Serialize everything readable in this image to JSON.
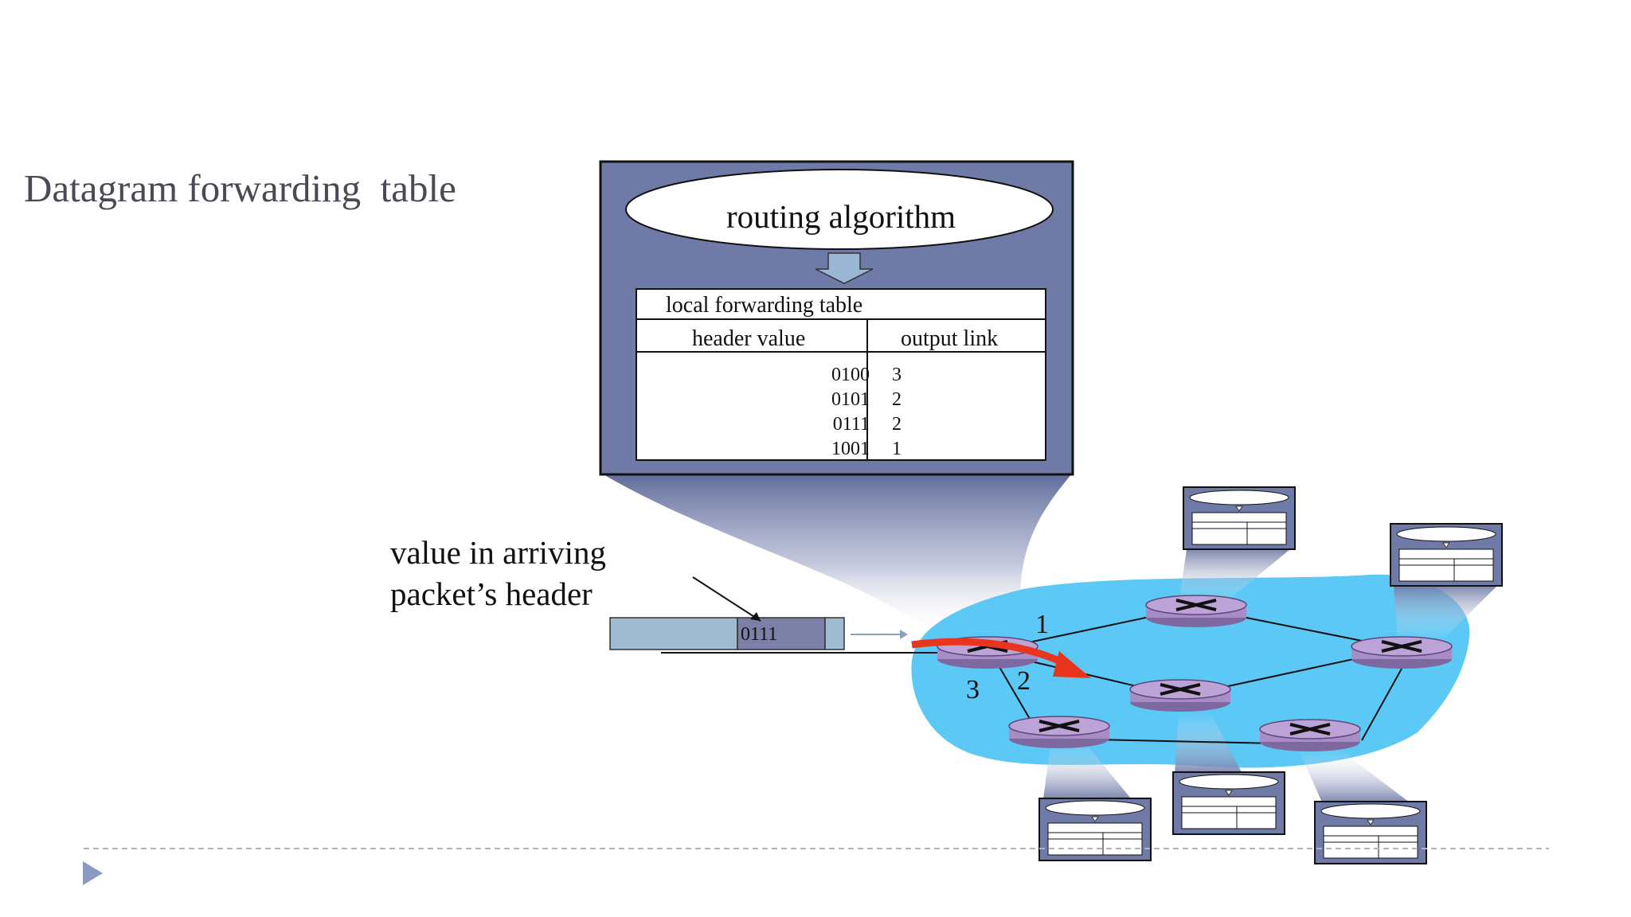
{
  "slide": {
    "title": "Datagram forwarding  table",
    "arrive_label_line1": "value in arriving",
    "arrive_label_line2": "packet’s header"
  },
  "router_box": {
    "algorithm_label": "routing algorithm",
    "table_title": "local forwarding table",
    "col_header": "header value",
    "col_output": "output link",
    "rows": [
      {
        "header": "0100",
        "link": "3"
      },
      {
        "header": "0101",
        "link": "2"
      },
      {
        "header": "0111",
        "link": "2"
      },
      {
        "header": "1001",
        "link": "1"
      }
    ]
  },
  "packet": {
    "header_value": "0111"
  },
  "links": {
    "l1": "1",
    "l2": "2",
    "l3": "3"
  },
  "colors": {
    "box_fill": "#6f7aa6",
    "cloud": "#5bc8f5",
    "router": "#a98cc6",
    "arrow": "#e8361e",
    "packet_body": "#a0bad2",
    "packet_header": "#7c7fa6",
    "footer_triangle": "#8a9ac0"
  }
}
